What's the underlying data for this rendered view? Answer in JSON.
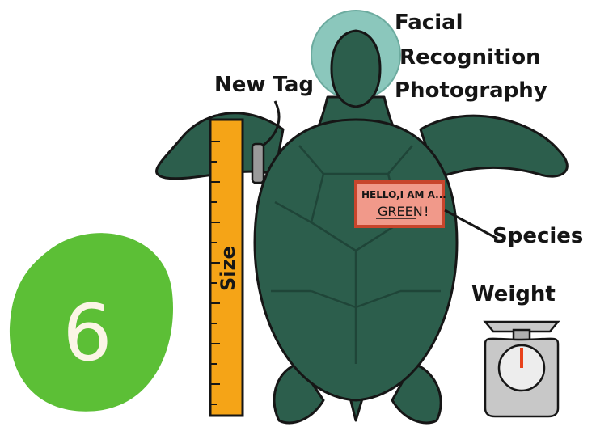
{
  "step_badge": {
    "number": "6",
    "color": "#5cbf36",
    "number_color": "#fbf5e6"
  },
  "labels": {
    "facial_line1": "Facial",
    "facial_line2": "Recognition",
    "facial_line3": "Photography",
    "new_tag": "New Tag",
    "size": "Size",
    "species": "Species",
    "weight": "Weight"
  },
  "name_tag": {
    "line1": "HELLO,I AM A...",
    "line2": "GREEN",
    "mark": "!"
  },
  "colors": {
    "turtle_body": "#2c5e4c",
    "turtle_dark": "#1f4538",
    "highlight_circle": "#7fc1b5",
    "ruler": "#f5a417",
    "name_tag_bg": "#f1998a",
    "name_tag_border": "#c8452c",
    "scale_body": "#c8c8c8",
    "scale_needle": "#e8421c"
  },
  "icons": [
    "sea-turtle-icon",
    "ruler-icon",
    "tag-icon",
    "scale-icon"
  ]
}
